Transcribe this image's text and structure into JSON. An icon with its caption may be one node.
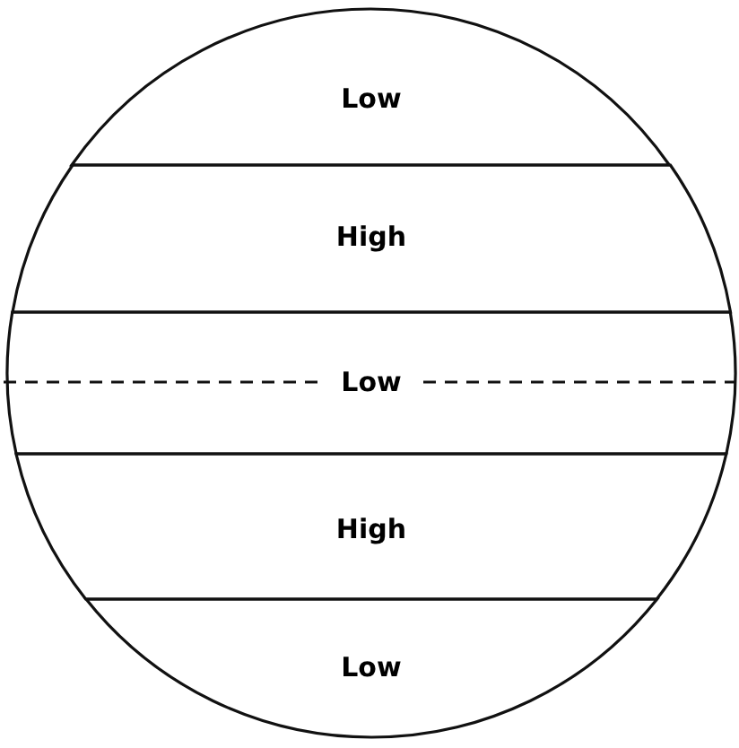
{
  "diagram": {
    "nodes": [
      {
        "text": [
          "Low"
        ]
      },
      {
        "text": [
          "High"
        ]
      },
      {
        "text": [
          "Low"
        ]
      },
      {
        "text": [
          "High"
        ]
      },
      {
        "text": [
          "Low"
        ]
      }
    ]
  }
}
